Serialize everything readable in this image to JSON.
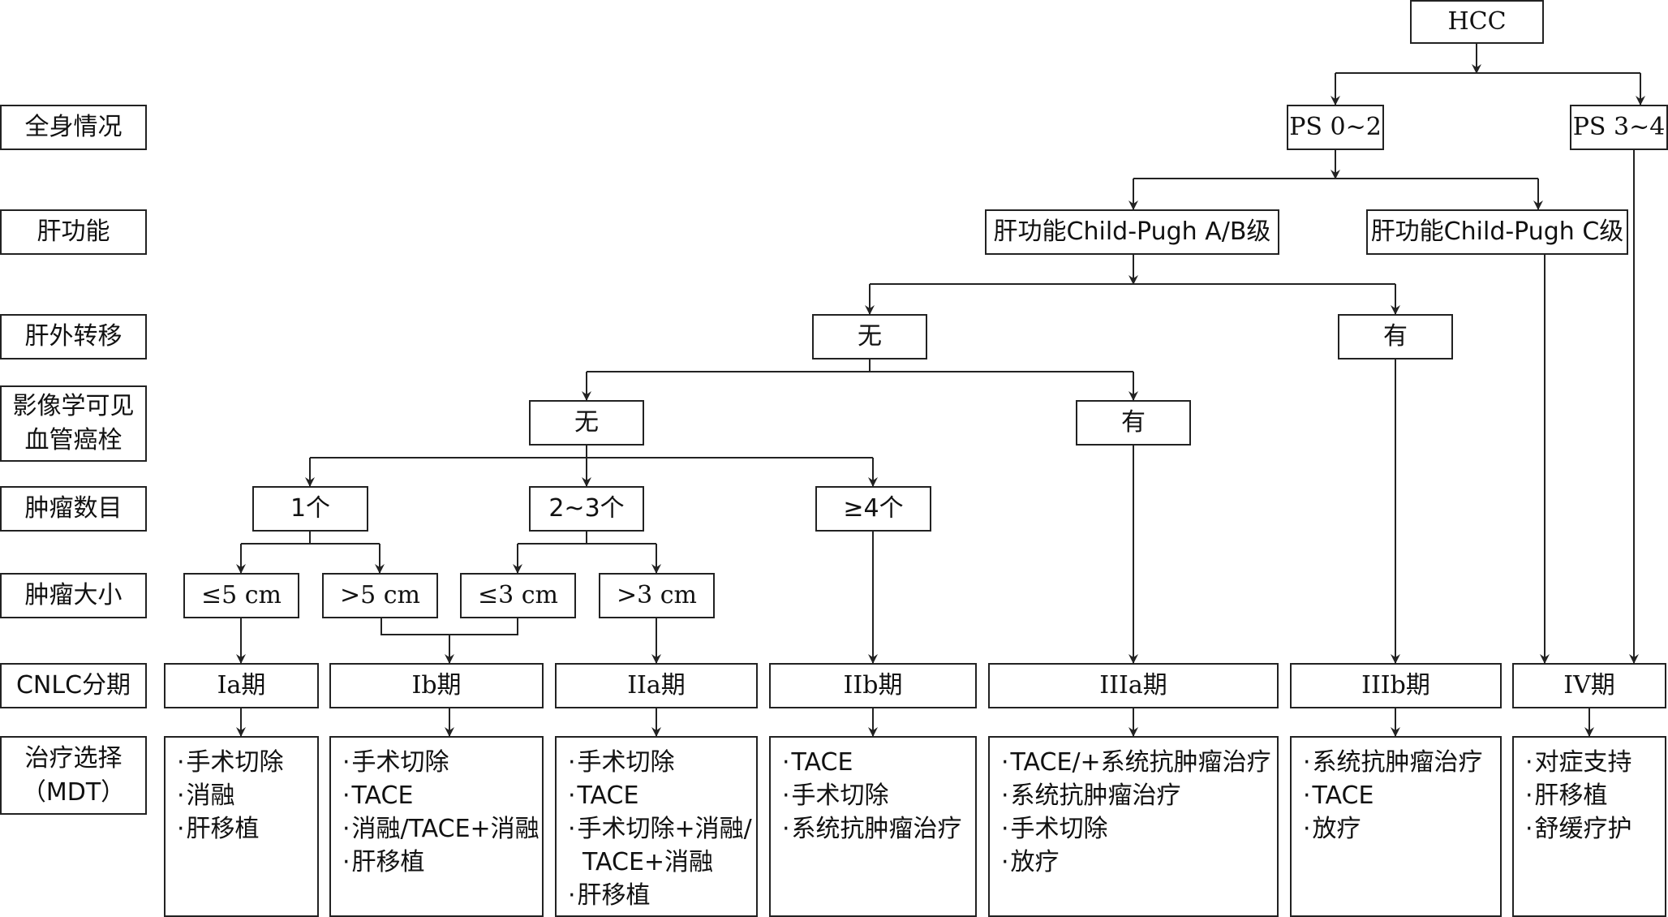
{
  "row_labels": {
    "general": "全身情况",
    "liver_function": "肝功能",
    "extrahepatic": "肝外转移",
    "vascular_line1": "影像学可见",
    "vascular_line2": "血管癌栓",
    "tumor_number": "肿瘤数目",
    "tumor_size": "肿瘤大小",
    "cnlc_stage": "CNLC分期",
    "treatment_line1": "治疗选择",
    "treatment_line2": "（MDT）"
  },
  "nodes": {
    "hcc": "HCC",
    "ps02": "PS 0~2",
    "ps34": "PS 3~4",
    "child_ab": "肝功能Child-Pugh A/B级",
    "child_c": "肝功能Child-Pugh C级",
    "extra_no": "无",
    "extra_yes": "有",
    "vasc_no": "无",
    "vasc_yes": "有",
    "num_1": "1个",
    "num_23": "2~3个",
    "num_4": "≥4个",
    "size_le5": "≤5 cm",
    "size_gt5": ">5 cm",
    "size_le3": "≤3 cm",
    "size_gt3": ">3 cm"
  },
  "stages": {
    "ia": "Ia期",
    "ib": "Ib期",
    "iia": "IIa期",
    "iib": "IIb期",
    "iiia": "IIIa期",
    "iiib": "IIIb期",
    "iv": "IV期"
  },
  "treatments": {
    "ia": [
      "手术切除",
      "消融",
      "肝移植"
    ],
    "ib": [
      "手术切除",
      "TACE",
      "消融/TACE+消融",
      "肝移植"
    ],
    "iia": [
      "手术切除",
      "TACE",
      "手术切除+消融/",
      "TACE+消融",
      "肝移植"
    ],
    "iib": [
      "TACE",
      "手术切除",
      "系统抗肿瘤治疗"
    ],
    "iiia": [
      "TACE/+系统抗肿瘤治疗",
      "系统抗肿瘤治疗",
      "手术切除",
      "放疗"
    ],
    "iiib": [
      "系统抗肿瘤治疗",
      "TACE",
      "放疗"
    ],
    "iv": [
      "对症支持",
      "肝移植",
      "舒缓疗护"
    ]
  }
}
